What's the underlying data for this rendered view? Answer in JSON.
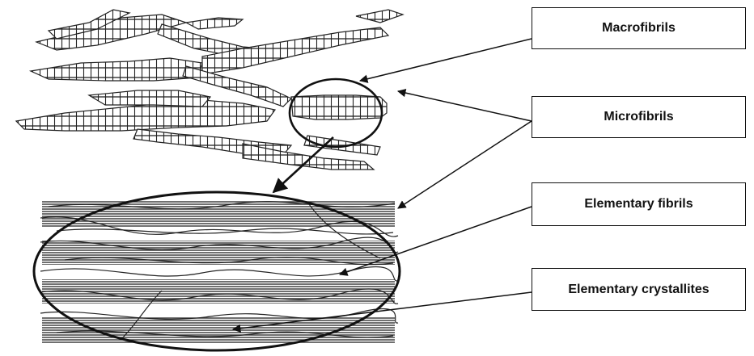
{
  "labels": {
    "macrofibrils": "Macrofibrils",
    "microfibrils": "Microfibrils",
    "elementary_fibrils": "Elementary fibrils",
    "elementary_crystallites": "Elementary crystallites"
  },
  "colors": {
    "ink": "#111111",
    "background": "#ffffff"
  }
}
